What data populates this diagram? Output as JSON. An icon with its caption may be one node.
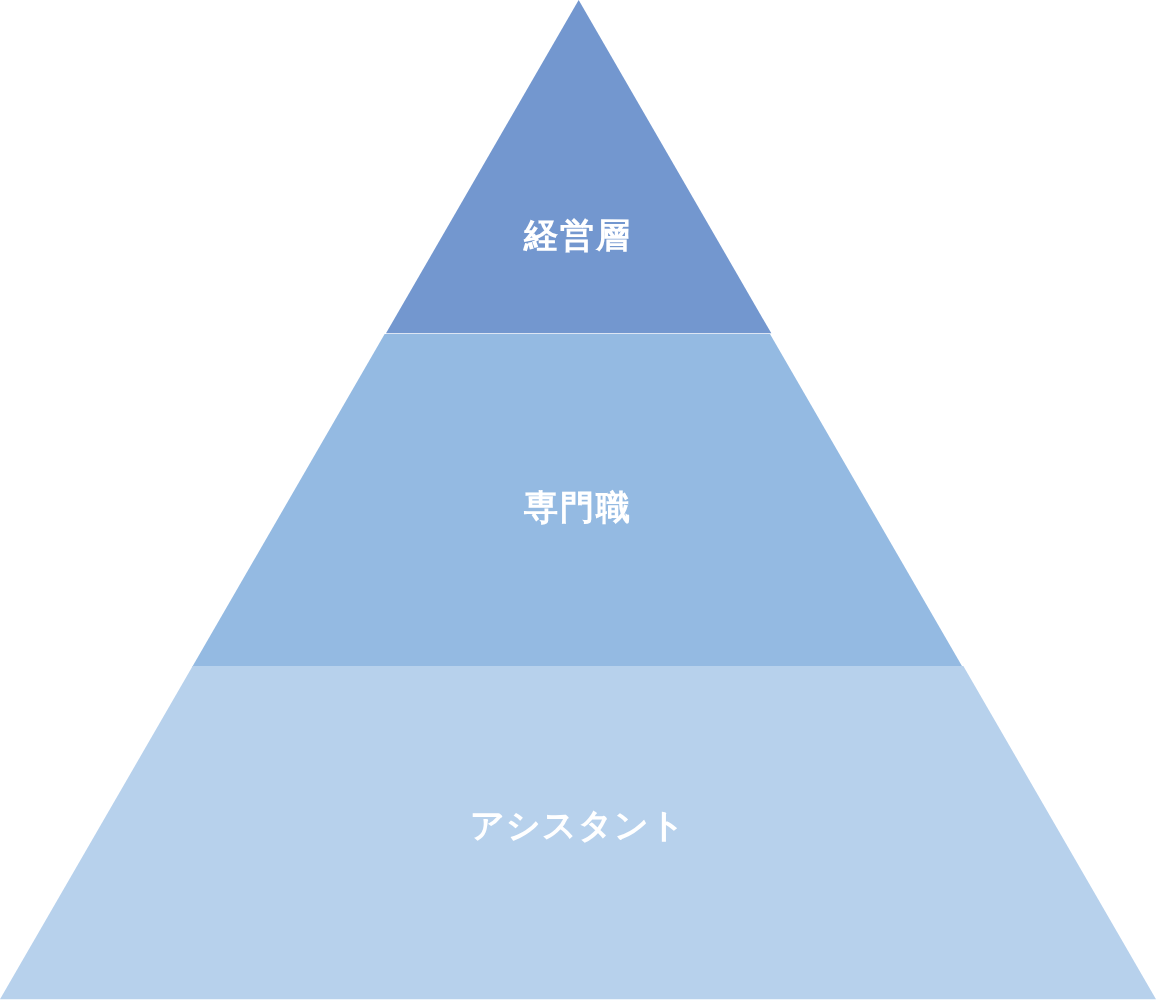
{
  "diagram": {
    "nodes": [
      {
        "text": [
          "経営層"
        ]
      },
      {
        "text": [
          "専門職"
        ]
      },
      {
        "text": [
          "アシスタント"
        ]
      }
    ]
  }
}
